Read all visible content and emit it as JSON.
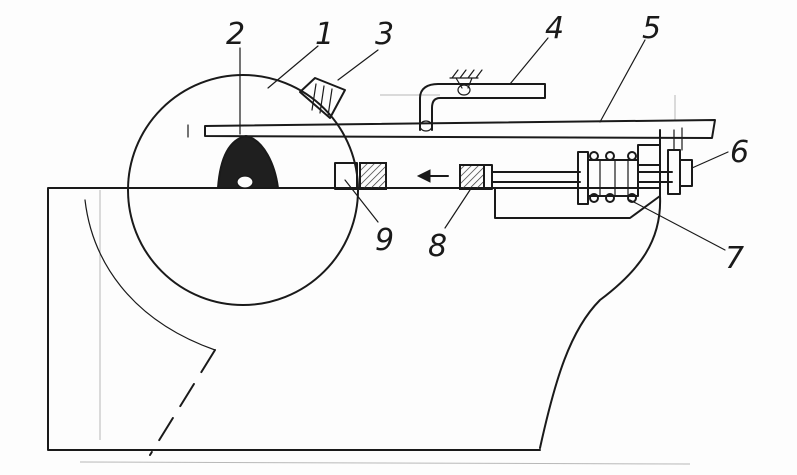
{
  "diagram": {
    "labels": [
      "1",
      "2",
      "3",
      "4",
      "5",
      "6",
      "7",
      "8",
      "9"
    ]
  },
  "colors": {
    "ink": "#1a1a1a",
    "paper": "#fdfdfd",
    "hatch": "#333333"
  }
}
